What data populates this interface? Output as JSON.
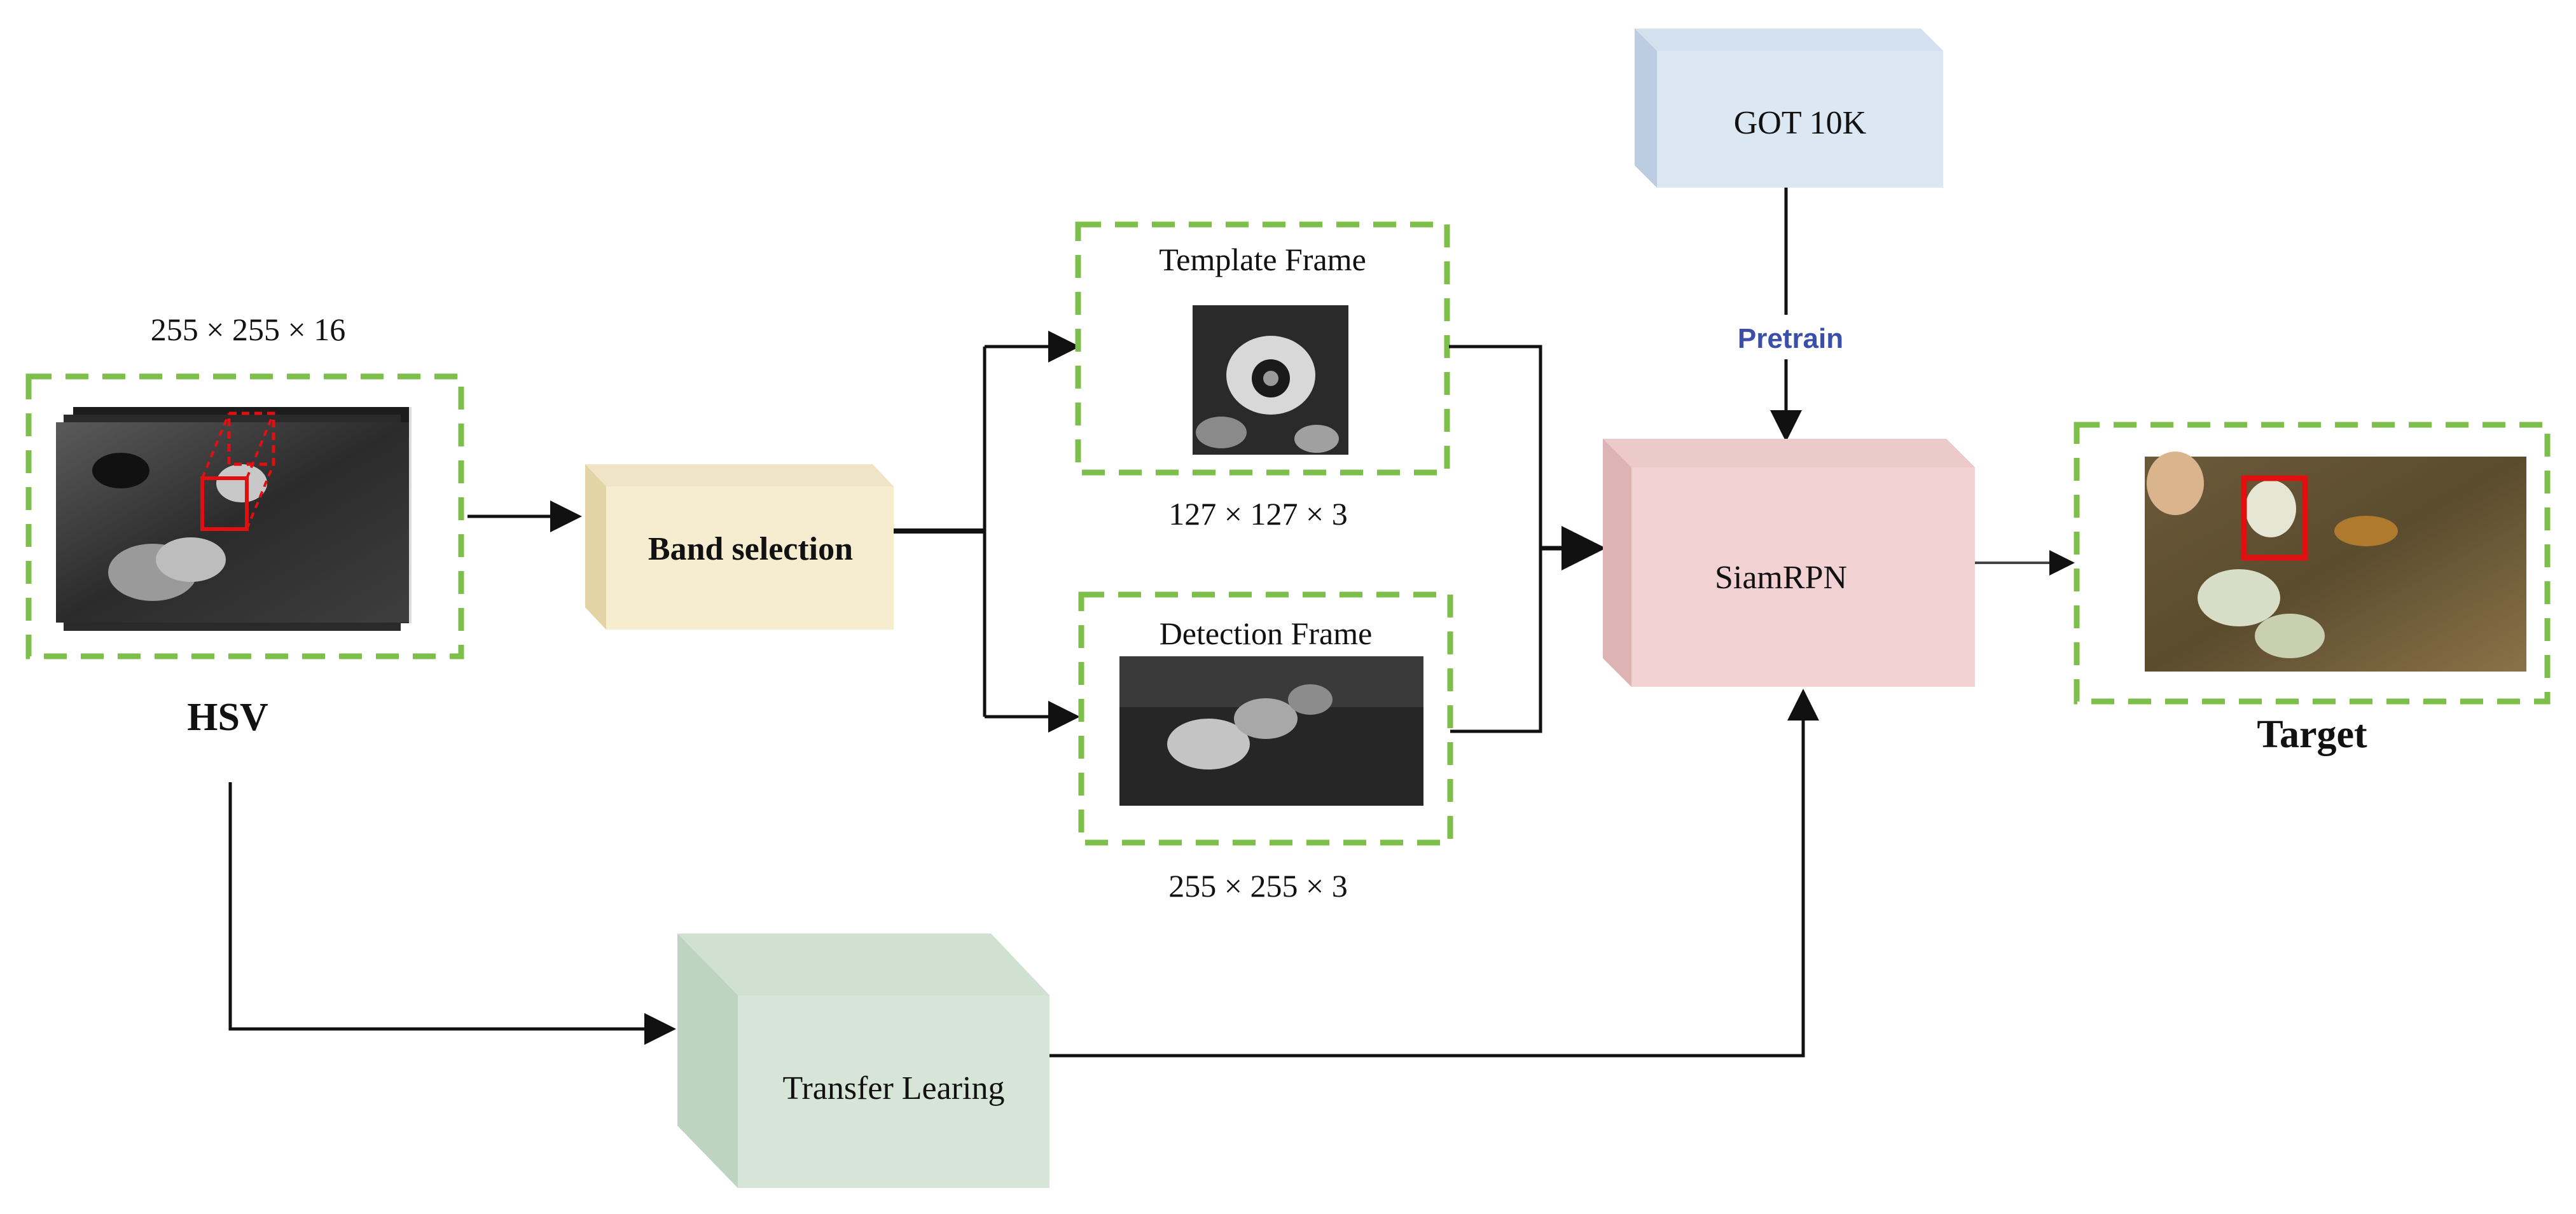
{
  "colors": {
    "dashed_border": "#7dbf4a",
    "band_selection_box": "#f6ecd0",
    "got10k_box": "#dbe7f3",
    "siamrpn_box": "#f1d1d1",
    "transfer_box": "#d7e5d8",
    "pretrain_text": "#3b4fa8",
    "target_bbox": "#e01010",
    "hsv_cube_bbox": "#e01010"
  },
  "hsv": {
    "dims": "255 × 255 × 16",
    "label": "HSV"
  },
  "band_selection": {
    "label": "Band selection"
  },
  "template": {
    "label": "Template Frame",
    "dims": "127 × 127 × 3"
  },
  "detection": {
    "label": "Detection Frame",
    "dims": "255 × 255 × 3"
  },
  "got10k": {
    "label": "GOT 10K"
  },
  "pretrain": {
    "label": "Pretrain"
  },
  "siamrpn": {
    "label": "SiamRPN"
  },
  "target": {
    "label": "Target"
  },
  "transfer": {
    "label": "Transfer Learing"
  }
}
